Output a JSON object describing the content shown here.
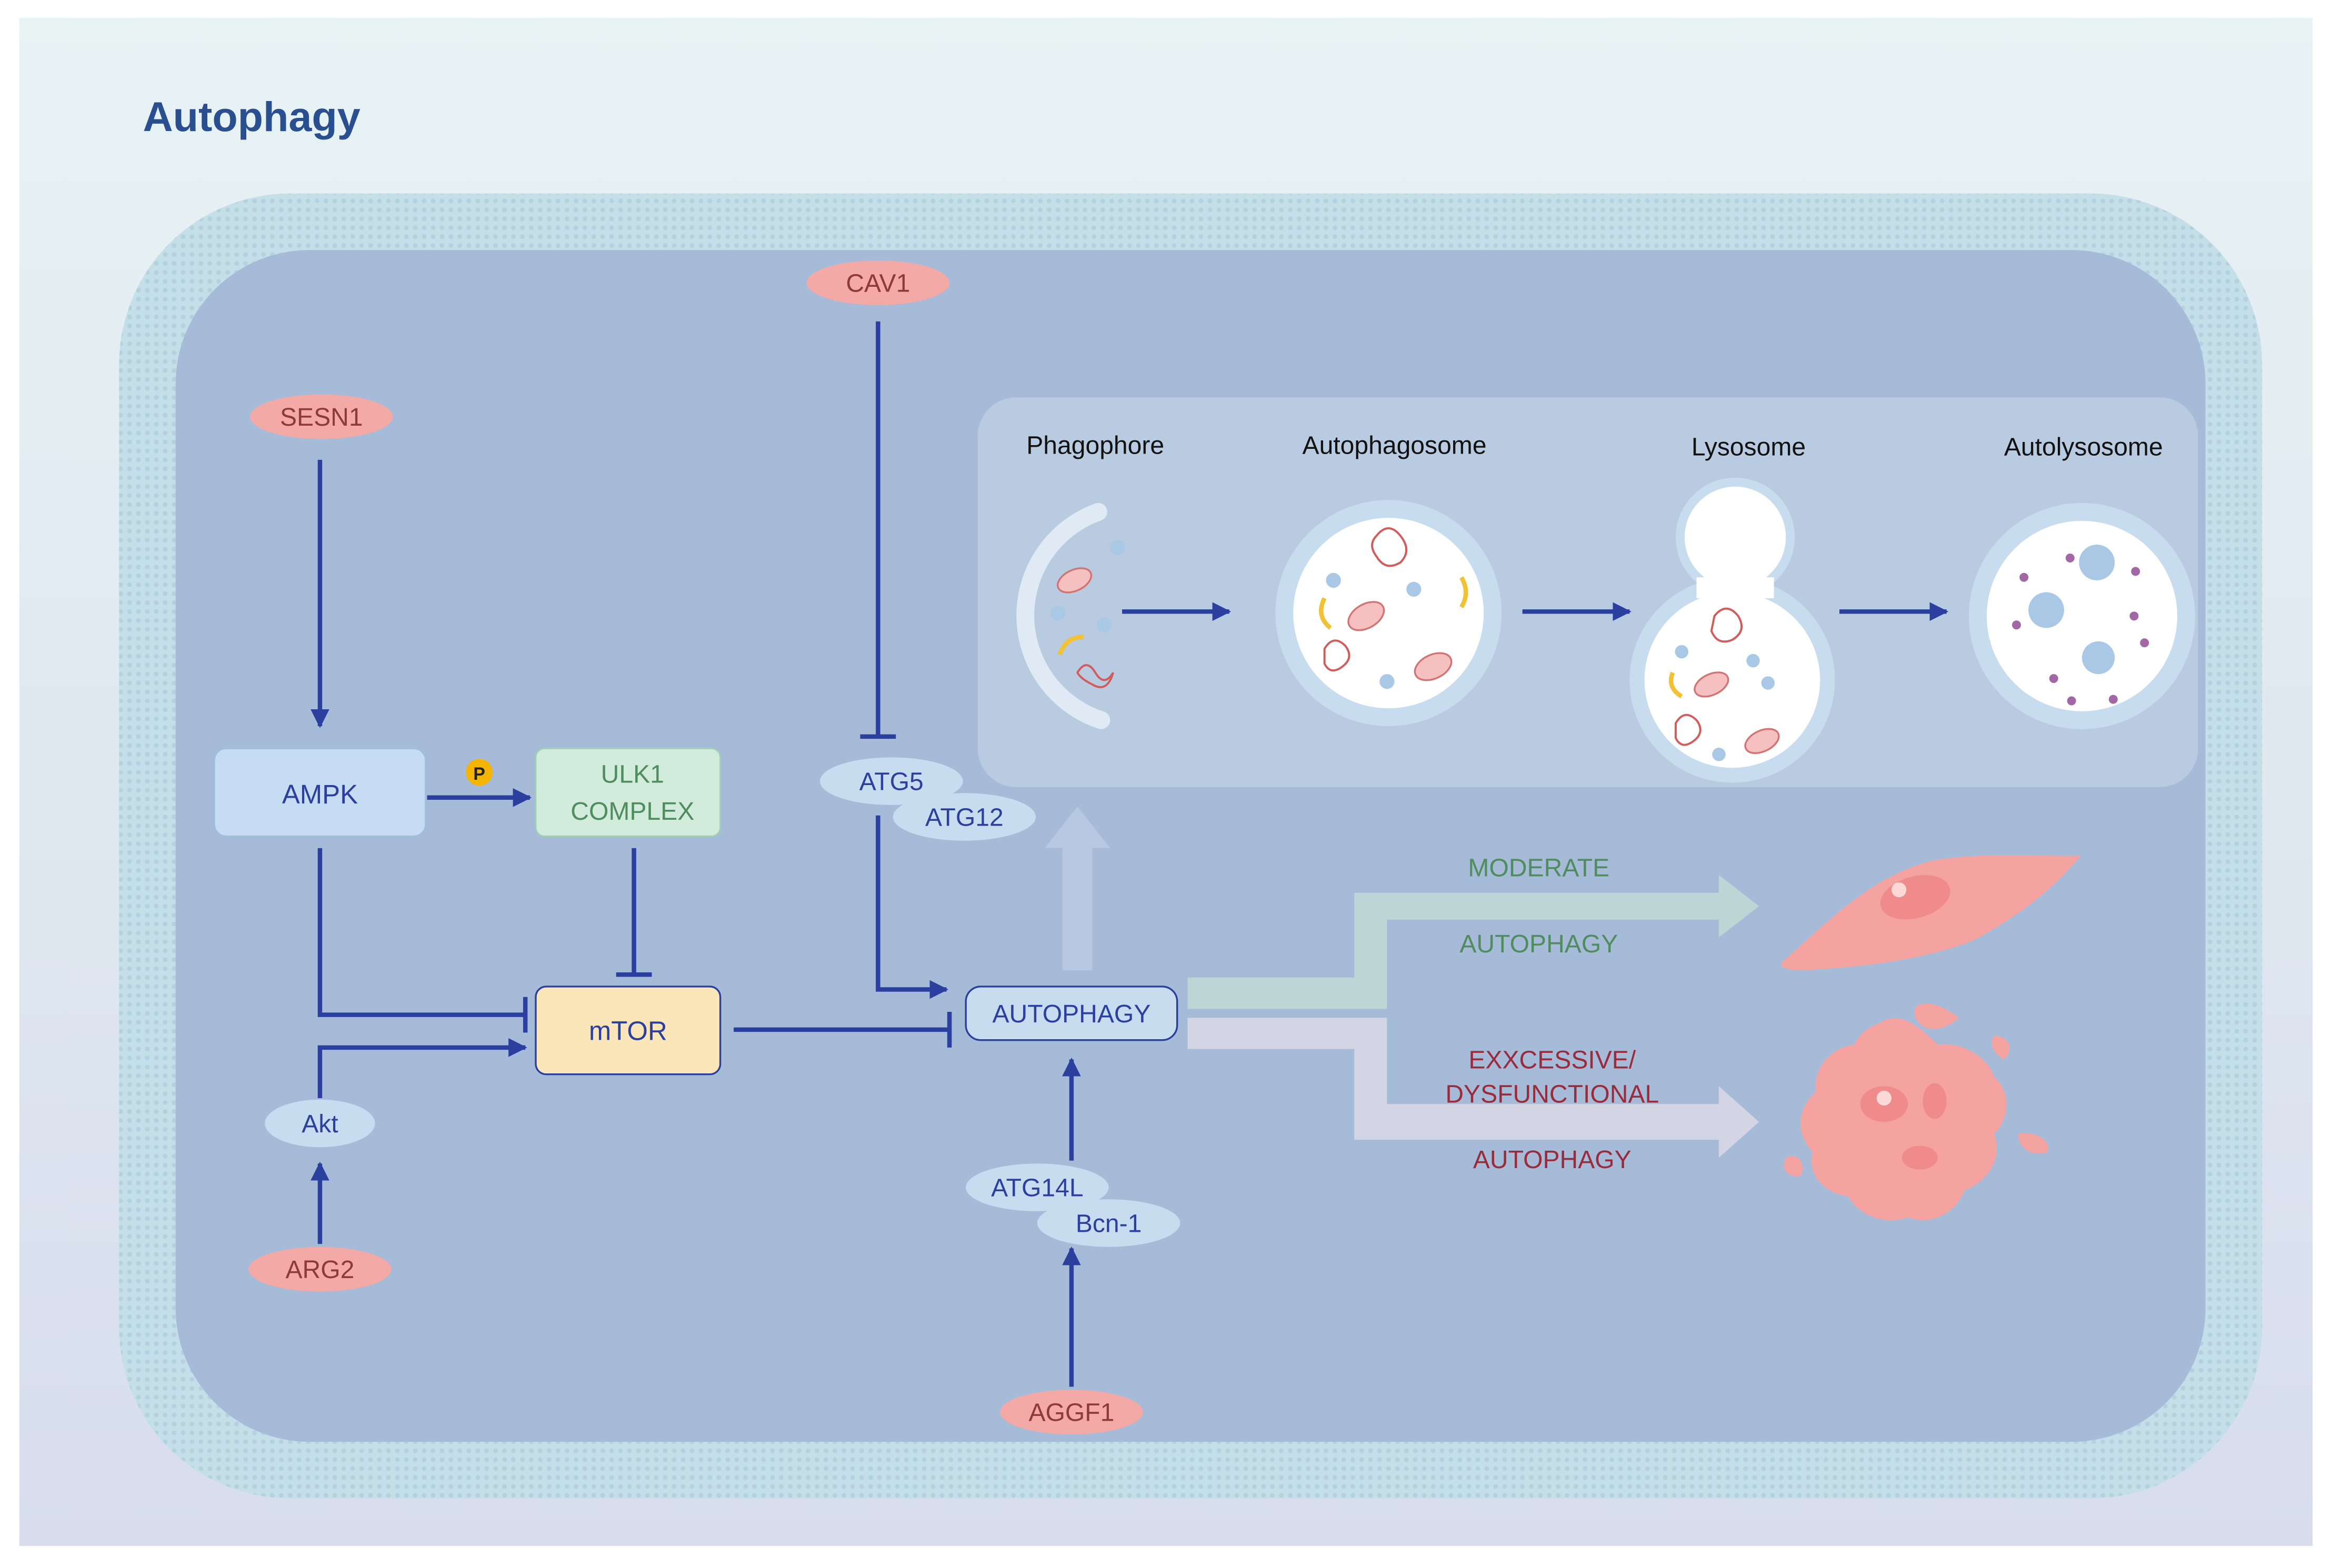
{
  "title": "Autophagy",
  "colors": {
    "title": "#2a4f90",
    "arrow": "#2a3f9e",
    "cell_fill": "#a6bbd8",
    "membrane": "#c5dfe9",
    "panel": "#b9cbe1",
    "regulator": "#f3a9a5",
    "protein": "#c8dcf0",
    "ampk": "#c5dcf2",
    "ulk1": "#d2ecdc",
    "mtor": "#fbe6b9",
    "moderate_text": "#4f8d5e",
    "excessive_text": "#9b2b3a",
    "pink_cell": "#f4a3a0"
  },
  "nodes": {
    "sesn1": "SESN1",
    "cav1": "CAV1",
    "ampk": "AMPK",
    "ulk1_line1": "ULK1",
    "ulk1_line2": "COMPLEX",
    "phospho": "P",
    "mtor": "mTOR",
    "akt": "Akt",
    "arg2": "ARG2",
    "atg5": "ATG5",
    "atg12": "ATG12",
    "autophagy": "AUTOPHAGY",
    "atg14l": "ATG14L",
    "bcn1": "Bcn-1",
    "aggf1": "AGGF1"
  },
  "stages": [
    "Phagophore",
    "Autophagosome",
    "Lysosome",
    "Autolysosome"
  ],
  "outcomes": {
    "moderate_line1": "MODERATE",
    "moderate_line2": "AUTOPHAGY",
    "excessive_line1": "EXXCESSIVE/",
    "excessive_line2": "DYSFUNCTIONAL",
    "excessive_line3": "AUTOPHAGY"
  }
}
